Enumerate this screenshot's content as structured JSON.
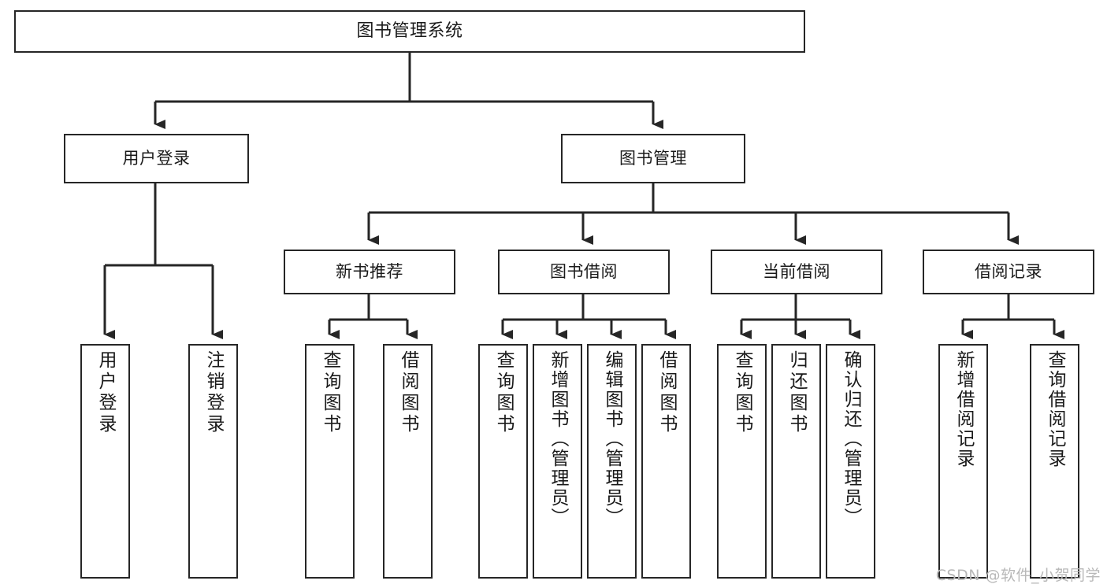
{
  "diagram": {
    "type": "tree-hierarchy-chart",
    "title": "图书管理系统",
    "root": {
      "id": "root",
      "label": "图书管理系统"
    },
    "level2": [
      {
        "id": "user-login",
        "label": "用户登录"
      },
      {
        "id": "book-management",
        "label": "图书管理"
      }
    ],
    "level3": [
      {
        "id": "new-book-recommend",
        "label": "新书推荐",
        "parent": "book-management"
      },
      {
        "id": "book-borrow",
        "label": "图书借阅",
        "parent": "book-management"
      },
      {
        "id": "current-borrow",
        "label": "当前借阅",
        "parent": "book-management"
      },
      {
        "id": "borrow-record",
        "label": "借阅记录",
        "parent": "book-management"
      }
    ],
    "leaves": [
      {
        "id": "leaf-user-login",
        "label": "用户登录",
        "parent": "user-login"
      },
      {
        "id": "leaf-logout",
        "label": "注销登录",
        "parent": "user-login"
      },
      {
        "id": "leaf-query-book-1",
        "label": "查询图书",
        "parent": "new-book-recommend"
      },
      {
        "id": "leaf-borrow-book-1",
        "label": "借阅图书",
        "parent": "new-book-recommend"
      },
      {
        "id": "leaf-query-book-2",
        "label": "查询图书",
        "parent": "book-borrow"
      },
      {
        "id": "leaf-add-book",
        "label": "新增图书（管理员）",
        "parent": "book-borrow"
      },
      {
        "id": "leaf-edit-book",
        "label": "编辑图书（管理员）",
        "parent": "book-borrow"
      },
      {
        "id": "leaf-borrow-book-2",
        "label": "借阅图书",
        "parent": "book-borrow"
      },
      {
        "id": "leaf-query-book-3",
        "label": "查询图书",
        "parent": "current-borrow"
      },
      {
        "id": "leaf-return-book",
        "label": "归还图书",
        "parent": "current-borrow"
      },
      {
        "id": "leaf-confirm-return",
        "label": "确认归还（管理员）",
        "parent": "current-borrow"
      },
      {
        "id": "leaf-add-record",
        "label": "新增借阅记录",
        "parent": "borrow-record"
      },
      {
        "id": "leaf-query-record",
        "label": "查询借阅记录",
        "parent": "borrow-record"
      }
    ],
    "watermark": "CSDN @软件_小贺同学",
    "colors": {
      "stroke": "#262626",
      "background": "#ffffff",
      "text": "#1a1a1a",
      "watermark": "#b8b8b8"
    }
  }
}
